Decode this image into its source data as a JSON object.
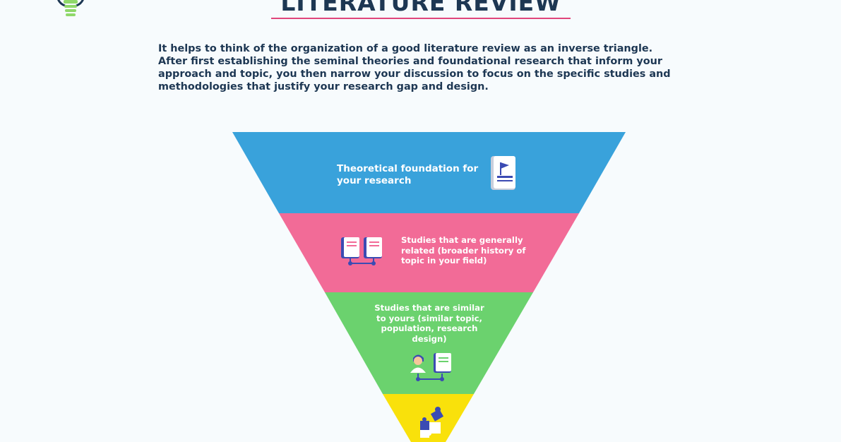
{
  "header": {
    "title": "LITERATURE REVIEW"
  },
  "intro": {
    "text": "It helps to think of the organization of a good literature review as an inverse triangle. After first establishing the seminal theories and foundational research that inform your approach and topic, you then narrow your discussion to focus on the specific studies and methodologies that justify your research gap and design."
  },
  "funnel": {
    "tiers": [
      {
        "label": "Theoretical foundation for your research",
        "color": "#39a2db",
        "icon": "book-flag-icon"
      },
      {
        "label": "Studies that are generally related (broader history of topic in your field)",
        "color": "#f26b97",
        "icon": "linked-books-icon"
      },
      {
        "label": "Studies that are similar to yours (similar topic, population, research design)",
        "color": "#6bd26e",
        "icon": "person-book-icon"
      },
      {
        "label": "",
        "color": "#f9e10b",
        "icon": "puzzle-icon"
      }
    ]
  },
  "colors": {
    "title": "#1d3753",
    "accent_rule": "#e0457b",
    "icon_blue": "#3b4bb3"
  }
}
